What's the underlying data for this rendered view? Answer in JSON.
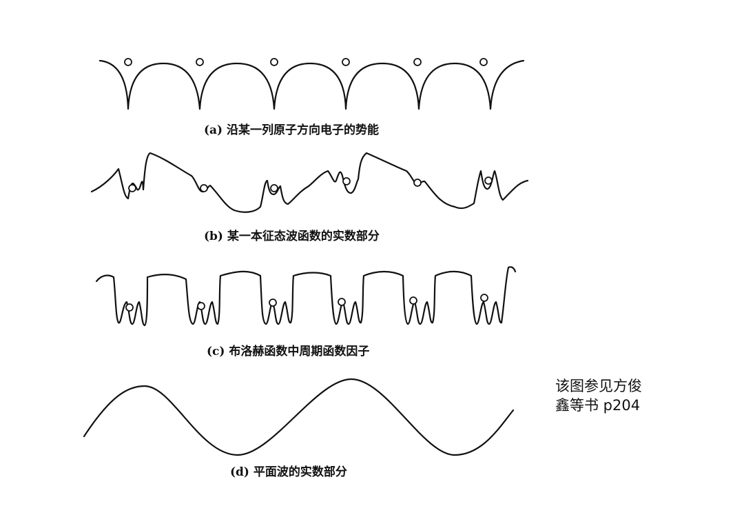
{
  "panels": {
    "a": {
      "caption": "(a) 沿某一列原子方向电子的势能"
    },
    "b": {
      "caption": "(b) 某一本征态波函数的实数部分"
    },
    "c": {
      "caption": "(c) 布洛赫函数中周期函数因子"
    },
    "d": {
      "caption": "(d)  平面波的实数部分"
    }
  },
  "note": {
    "line1": "该图参见方俊",
    "line2": "鑫等书 p204"
  }
}
